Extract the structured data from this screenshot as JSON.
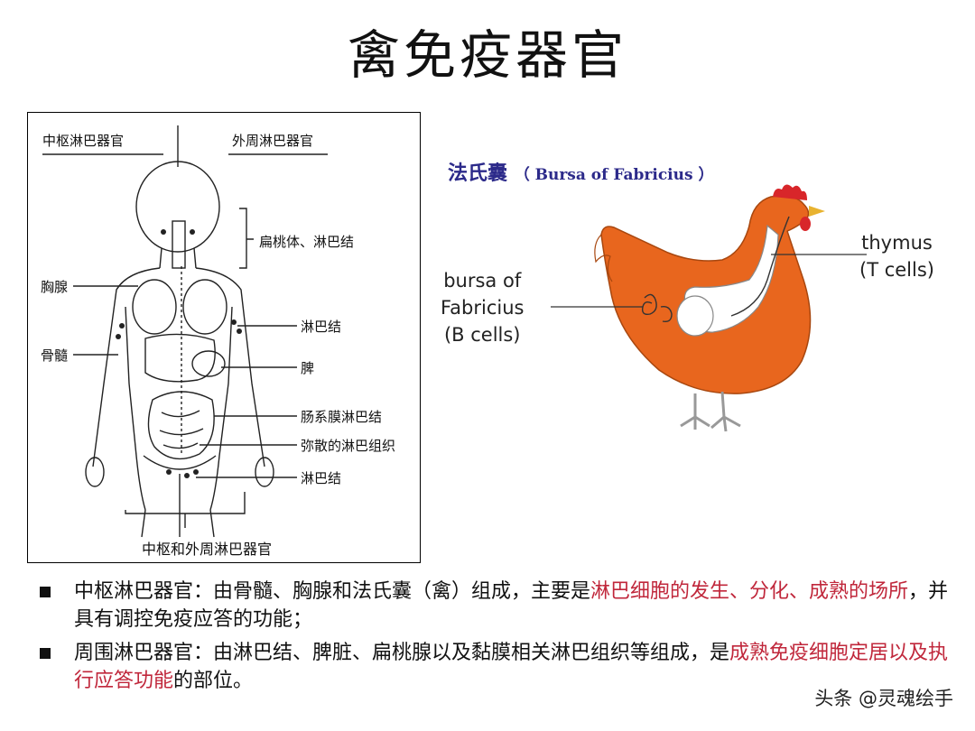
{
  "title": "禽免疫器官",
  "human_diagram": {
    "central_label": "中枢淋巴器官",
    "peripheral_label": "外周淋巴器官",
    "labels": {
      "tonsil_lymph": "扁桃体、淋巴结",
      "thymus": "胸腺",
      "lymph_node_1": "淋巴结",
      "bone_marrow": "骨髓",
      "spleen": "脾",
      "mesenteric": "肠系膜淋巴结",
      "diffuse": "弥散的淋巴组织",
      "lymph_node_2": "淋巴结"
    },
    "bottom_label": "中枢和外周淋巴器官"
  },
  "hen_diagram": {
    "heading_cn": "法氏囊",
    "heading_en": "（ Bursa of Fabricius ）",
    "thymus_label_1": "thymus",
    "thymus_label_2": "(T cells)",
    "bursa_label_1": "bursa of",
    "bursa_label_2": "Fabricius",
    "bursa_label_3": "(B cells)"
  },
  "bullets": [
    {
      "a": "中枢淋巴器官：由骨髓、胸腺和法氏囊（禽）组成，主要是",
      "b": "淋巴细胞的发生、分化、成熟的场所",
      "c": "，并具有调控免疫应答的功能；"
    },
    {
      "a": "周围淋巴器官：由淋巴结、脾脏、扁桃腺以及黏膜相关淋巴组织等组成，是",
      "b": "成熟免疫细胞定居以及执行应答功能",
      "c": "的部位。"
    }
  ],
  "watermark": "头条 @灵魂绘手",
  "colors": {
    "hen_body": "#e8661e",
    "comb": "#d8262a",
    "heading": "#2c2a8a",
    "highlight": "#c0273b"
  }
}
